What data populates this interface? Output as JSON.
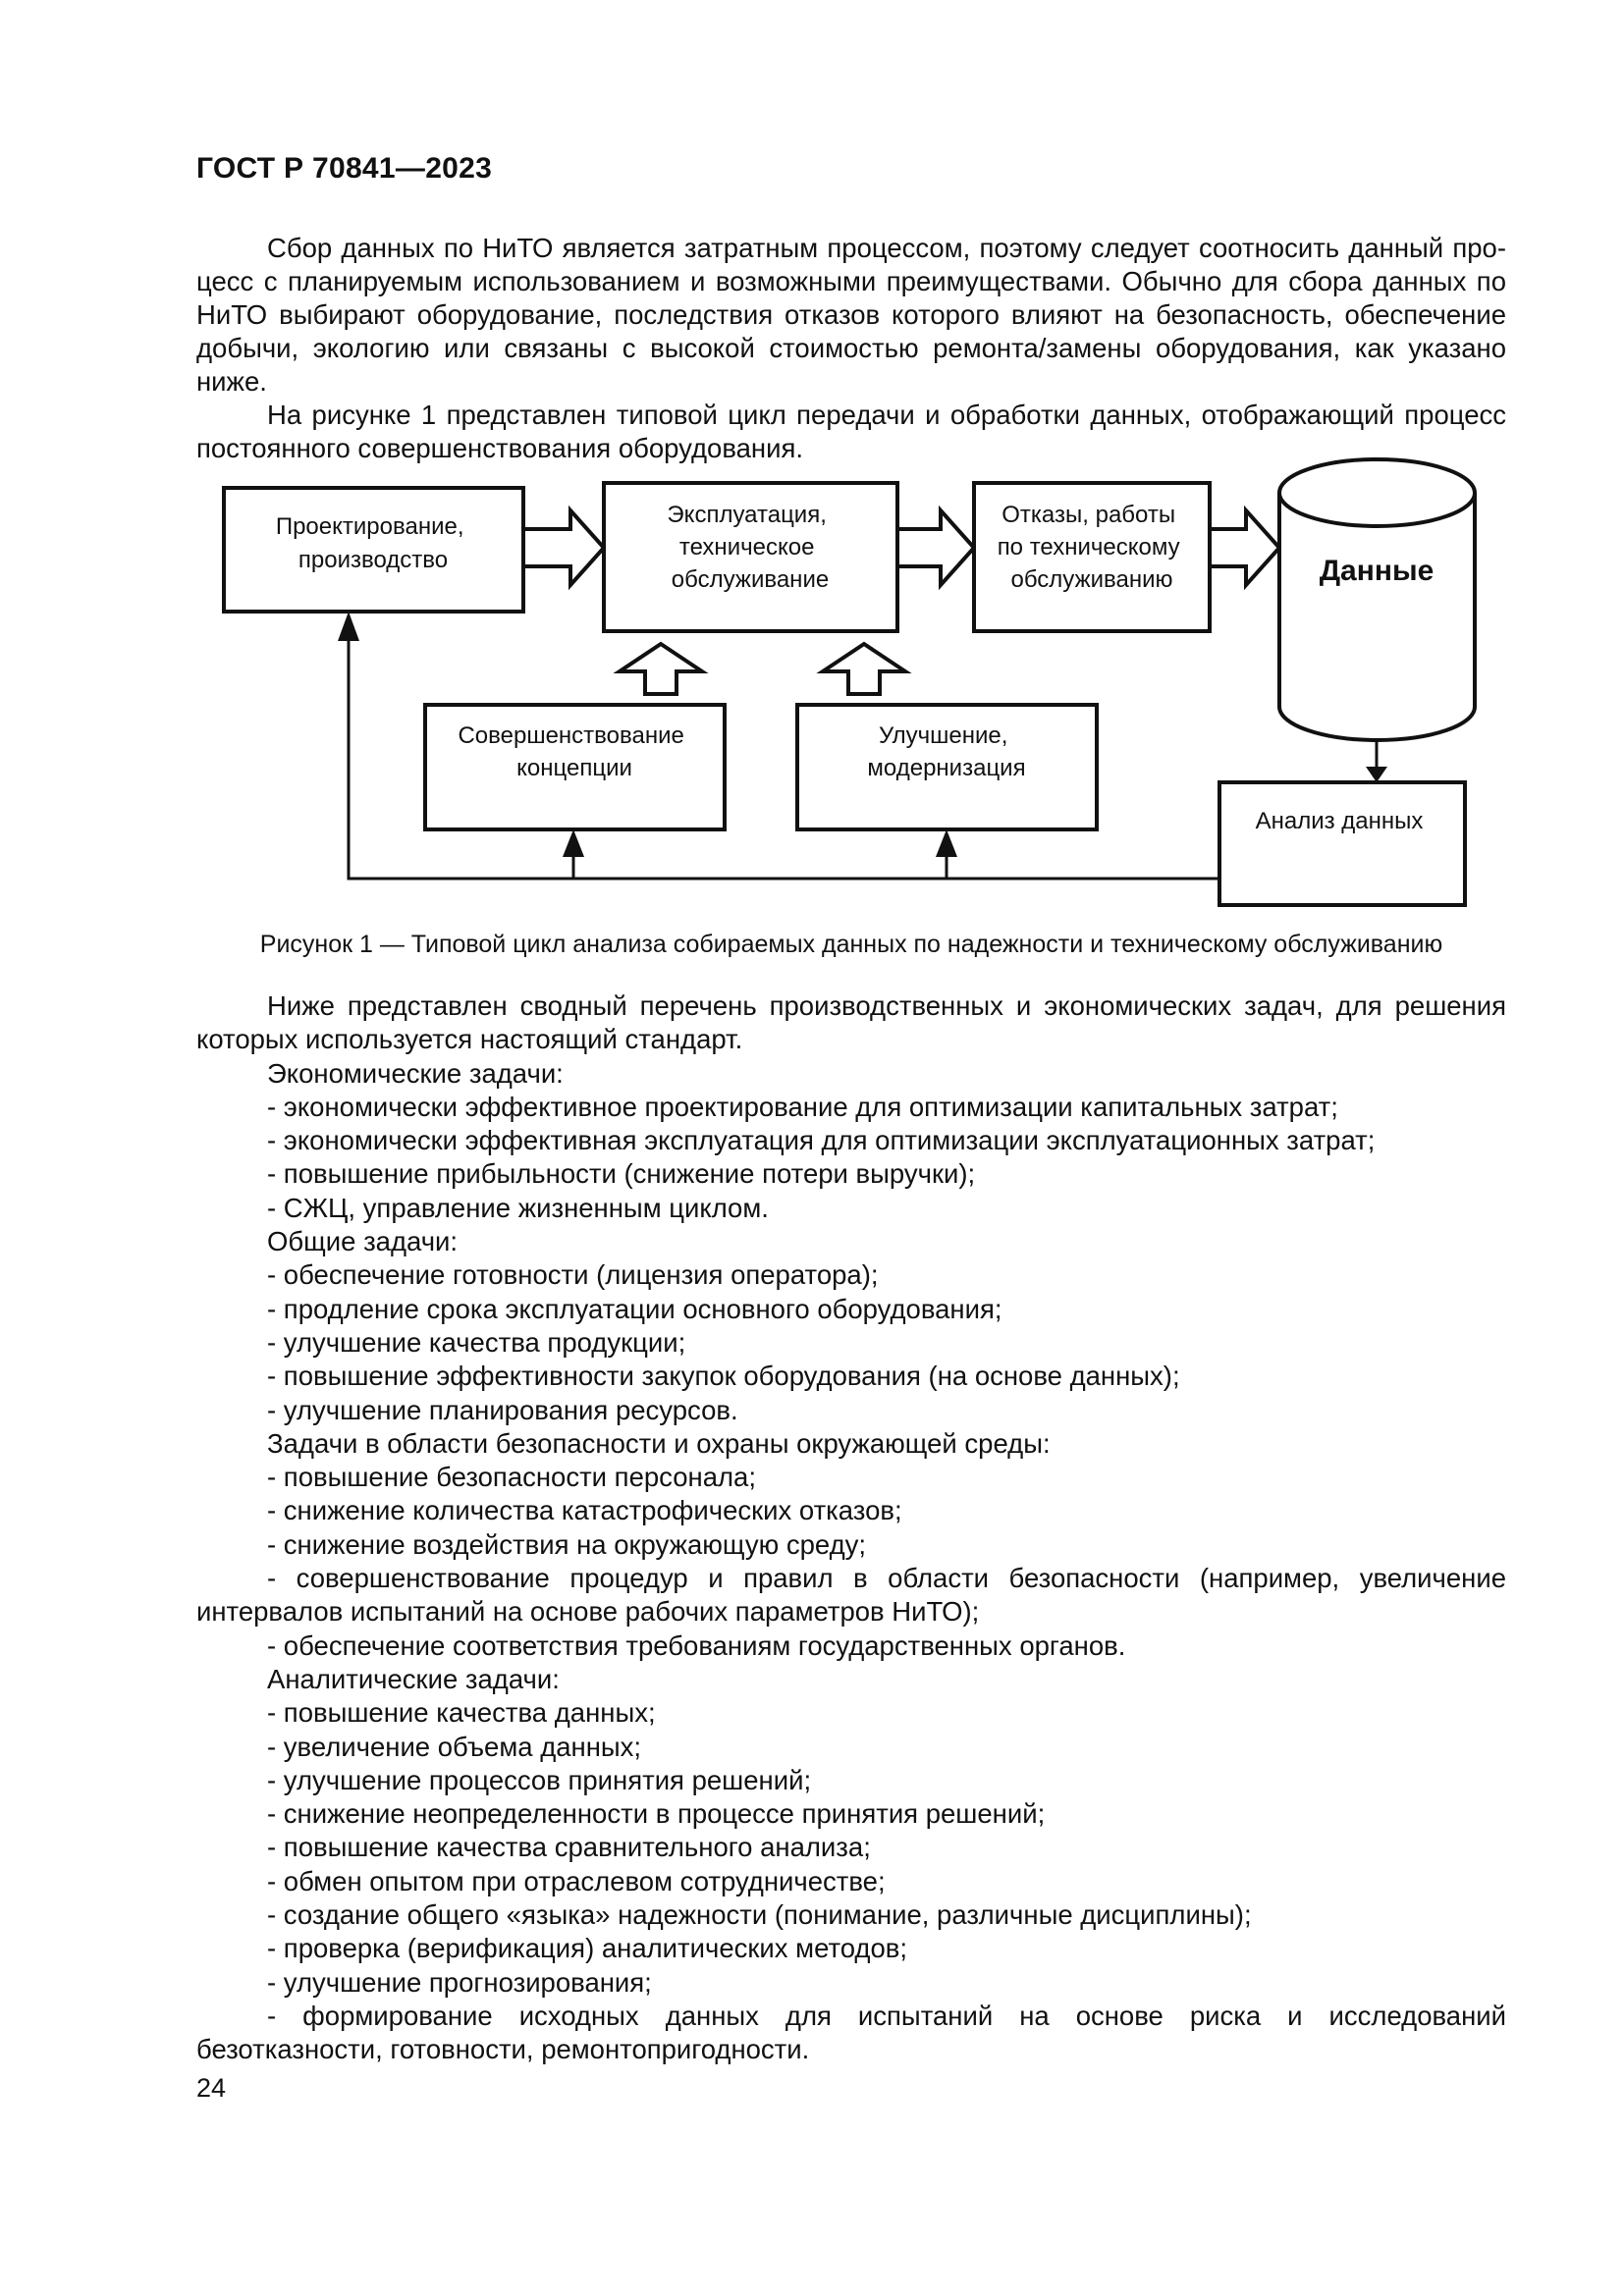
{
  "page": {
    "header": "ГОСТ Р 70841—2023",
    "page_number": "24"
  },
  "intro": {
    "paragraphs": [
      "Сбор данных по НиТО является затратным процессом, поэтому следует соотносить данный про­цесс с планируемым использованием и возможными преимуществами. Обычно для сбора данных по НиТО выбирают оборудование, последствия отказов которого влияют на безопасность, обеспечение добычи, экологию или связаны с высокой стоимостью ремонта/замены оборудования, как указано ниже.",
      "На рисунке 1 представлен типовой цикл передачи и обработки данных, отображающий процесс постоянного совершенствования оборудования."
    ]
  },
  "figure": {
    "caption": "Рисунок 1 — Типовой цикл анализа собираемых данных по надежности и техническому обслуживанию",
    "nodes": {
      "design": {
        "lines": [
          "Проектирование,",
          "производство"
        ]
      },
      "operation": {
        "lines": [
          "Эксплуатация,",
          "техническое",
          "обслуживание"
        ]
      },
      "failures": {
        "lines": [
          "Отказы, работы",
          "по техническому",
          "обслуживанию"
        ]
      },
      "data_store": {
        "label": "Данные"
      },
      "concept": {
        "lines": [
          "Совершенствование",
          "концепции"
        ]
      },
      "modernization": {
        "lines": [
          "Улучшение,",
          "модернизация"
        ]
      },
      "analysis": {
        "label": "Анализ данных"
      }
    }
  },
  "tasks": {
    "lines": [
      "Ниже представлен сводный перечень производственных и экономических задач, для решения которых используется настоящий стандарт.",
      "Экономические задачи:",
      "- экономически эффективное проектирование для оптимизации капитальных затрат;",
      "- экономически эффективная эксплуатация для оптимизации эксплуатационных затрат;",
      "- повышение прибыльности (снижение потери выручки);",
      "- СЖЦ, управление жизненным циклом.",
      "Общие задачи:",
      "- обеспечение готовности (лицензия оператора);",
      "- продление срока эксплуатации основного оборудования;",
      "- улучшение качества продукции;",
      "- повышение эффективности закупок оборудования (на основе данных);",
      "- улучшение планирования ресурсов.",
      "Задачи в области безопасности и охраны окружающей среды:",
      "- повышение безопасности персонала;",
      "- снижение количества катастрофических отказов;",
      "- снижение воздействия на окружающую среду;",
      "- совершенствование процедур и правил в области безопасности (например, увеличение интерва­лов испытаний на основе рабочих параметров НиТО);",
      "- обеспечение соответствия требованиям государственных органов.",
      "Аналитические задачи:",
      "- повышение качества данных;",
      "- увеличение объема данных;",
      "- улучшение процессов принятия решений;",
      "- снижение неопределенности в процессе принятия решений;",
      "- повышение качества сравнительного анализа;",
      "- обмен опытом при отраслевом сотрудничестве;",
      "- создание общего «языка» надежности (понимание, различные дисциплины);",
      "- проверка (верификация) аналитических методов;",
      "- улучшение прогнозирования;",
      "- формирование исходных данных для испытаний на основе риска и исследований безотказности, готовности, ремонтопригодности."
    ]
  }
}
